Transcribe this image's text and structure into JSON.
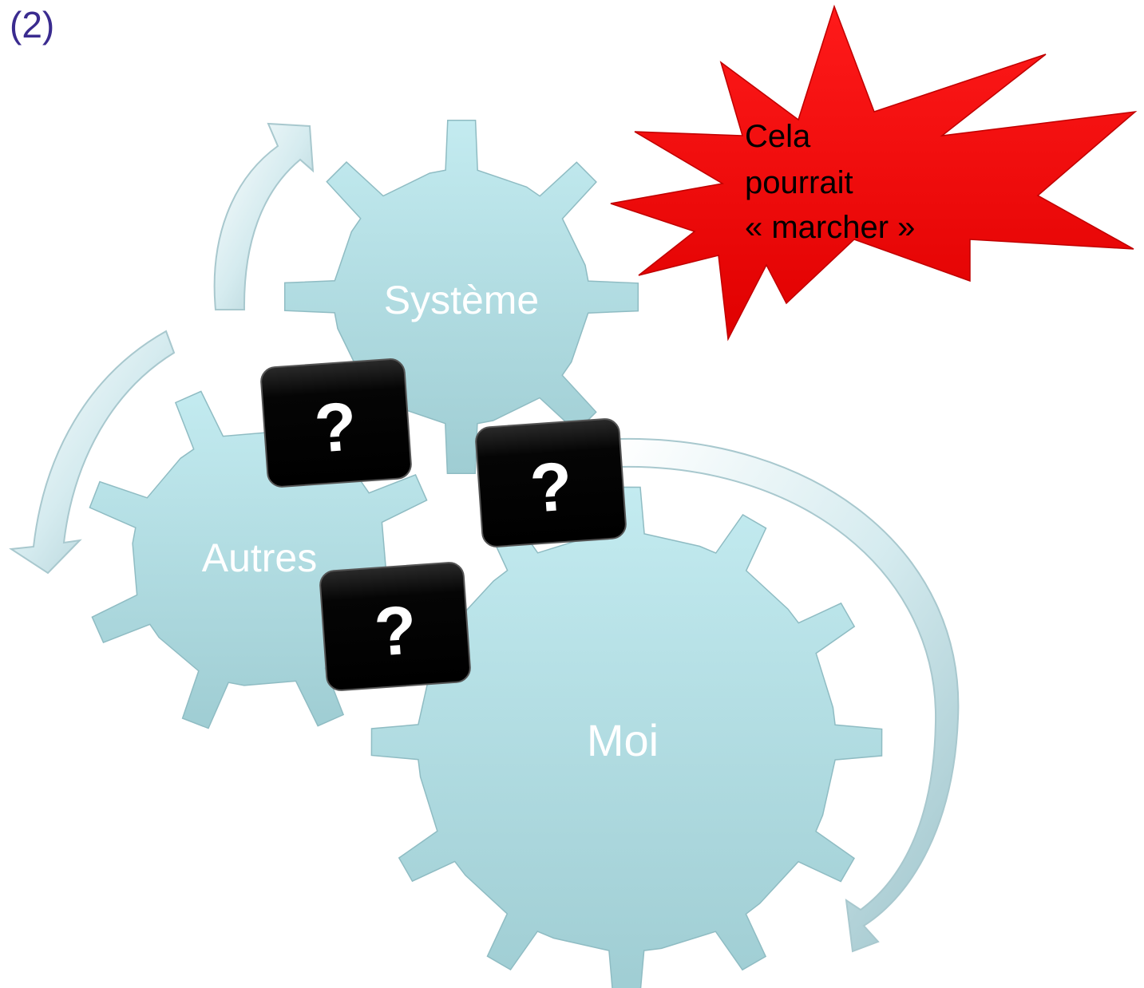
{
  "slide": {
    "number_label": "(2)"
  },
  "gears": {
    "systeme": {
      "label": "Système"
    },
    "autres": {
      "label": "Autres"
    },
    "moi": {
      "label": "Moi"
    }
  },
  "question_boxes": [
    {
      "label": "?"
    },
    {
      "label": "?"
    },
    {
      "label": "?"
    }
  ],
  "starburst": {
    "lines": [
      "Cela",
      "pourrait",
      "« marcher »"
    ]
  },
  "colors": {
    "gear_fill": "#a9d7dc",
    "gear_fill_light": "#c3e9ee",
    "arrow_fill": "#cfe5ea",
    "starburst_fill": "#f0000e",
    "question_box_fill": "#050505",
    "slide_number": "#3a2b8f",
    "gear_text": "#ffffff",
    "starburst_text": "#000000"
  }
}
